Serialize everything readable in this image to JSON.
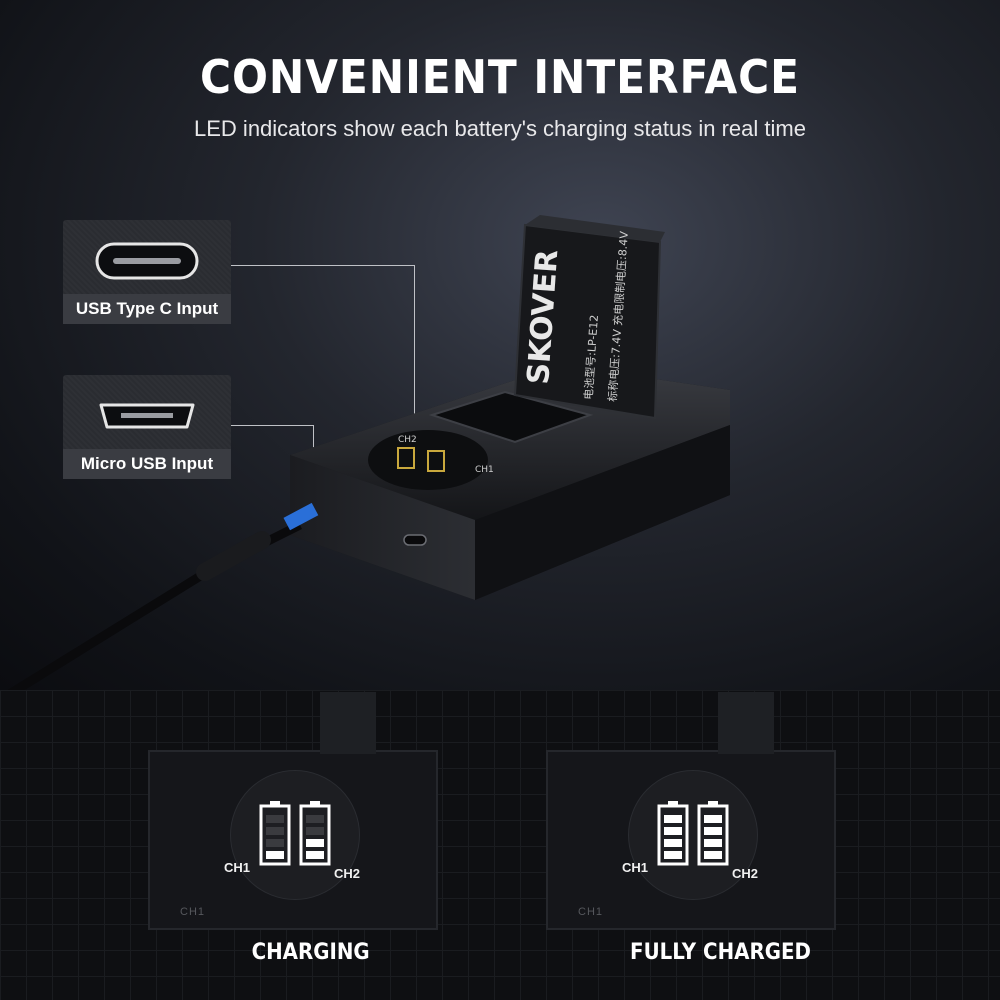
{
  "header": {
    "title": "CONVENIENT  INTERFACE",
    "subtitle": "LED indicators show each battery's charging status in real time"
  },
  "ports": [
    {
      "label": "USB Type C Input",
      "icon": "usb-c-port-icon"
    },
    {
      "label": "Micro USB Input",
      "icon": "micro-usb-port-icon"
    }
  ],
  "product": {
    "brand": "SKOVER",
    "battery_text_line1": "电池型号:LP-E12",
    "battery_text_line2": "标称电压:7.4V 充电限制电压:8.4V",
    "ch1_label": "CH1",
    "ch2_label": "CH2"
  },
  "states": [
    {
      "caption": "CHARGING",
      "ch1": "CH1",
      "ch2": "CH2",
      "corner": "CH1",
      "ch1_bars_lit": 1,
      "ch2_bars_lit": 2,
      "bars_total": 4
    },
    {
      "caption": "FULLY CHARGED",
      "ch1": "CH1",
      "ch2": "CH2",
      "corner": "CH1",
      "ch1_bars_lit": 4,
      "ch2_bars_lit": 4,
      "bars_total": 4
    }
  ],
  "colors": {
    "led_on": "#ffffff",
    "led_off": "#3a3b3f",
    "cable_tip": "#2a6fd8"
  }
}
